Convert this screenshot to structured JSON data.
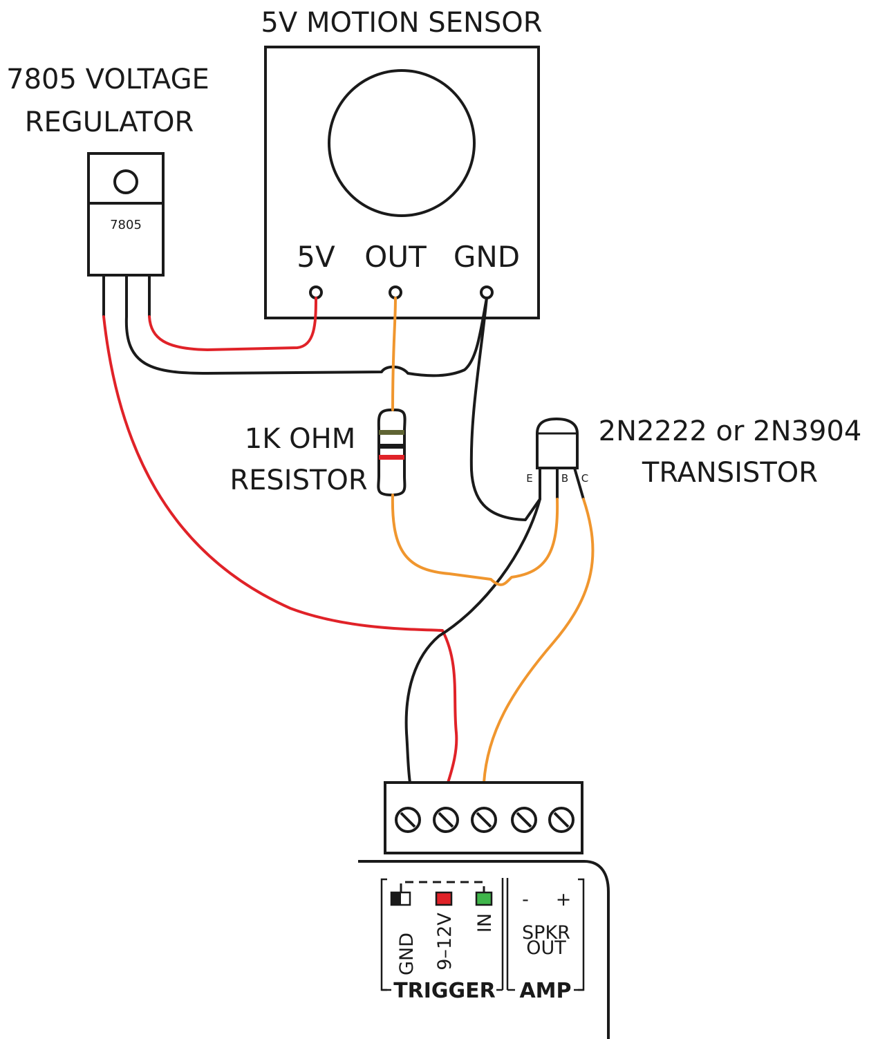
{
  "sensor": {
    "title": "5V MOTION SENSOR",
    "pin_5v": "5V",
    "pin_out": "OUT",
    "pin_gnd": "GND"
  },
  "regulator": {
    "title_line1": "7805 VOLTAGE",
    "title_line2": "REGULATOR",
    "marking": "7805"
  },
  "resistor": {
    "label_line1": "1K OHM",
    "label_line2": "RESISTOR",
    "band_colors": [
      "#5f6433",
      "#1a1a1a",
      "#e02228"
    ]
  },
  "transistor": {
    "label_line1": "2N2222 or 2N3904",
    "label_line2": "TRANSISTOR",
    "pin_e": "E",
    "pin_b": "B",
    "pin_c": "C"
  },
  "board": {
    "gnd": "GND",
    "vin": "9–12V",
    "in": "IN",
    "minus": "-",
    "plus": "+",
    "spkr_line1": "SPKR",
    "spkr_line2": "OUT",
    "trigger": "TRIGGER",
    "amp": "AMP"
  },
  "colors": {
    "red_wire": "#e02228",
    "black_wire": "#1a1a1a",
    "orange_wire": "#f0962e",
    "green_marker": "#3fb54a"
  }
}
